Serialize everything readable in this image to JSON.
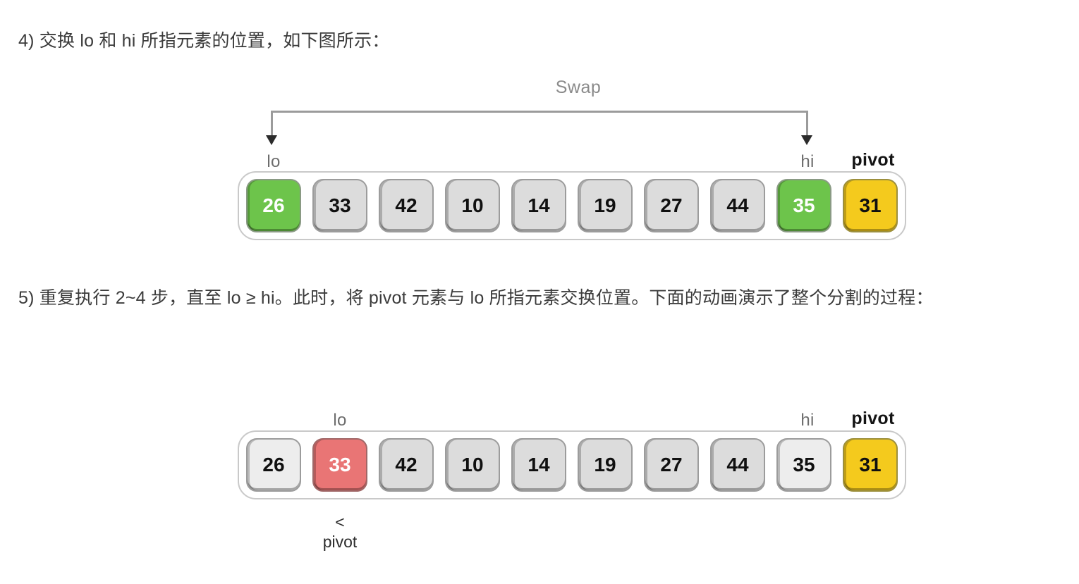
{
  "paragraphs": {
    "step4": "4) 交换 lo 和 hi 所指元素的位置，如下图所示：",
    "step5": "5) 重复执行 2~4 步，直至 lo ≥ hi。此时，将 pivot 元素与 lo 所指元素交换位置。下面的动画演示了整个分割的过程："
  },
  "colors": {
    "green": "#6dc44b",
    "yellow": "#f4ca1d",
    "red": "#e97575",
    "grey": "#dcdcdc",
    "grey_light": "#ededed",
    "text": "#3b3b3b",
    "label_grey": "#6d6d6d",
    "bracket": "#9b9b9b"
  },
  "figure_swap": {
    "bracket_label": "Swap",
    "pointer_lo": "lo",
    "pointer_hi": "hi",
    "pointer_pivot": "pivot",
    "cells": [
      {
        "value": "26",
        "state": "green"
      },
      {
        "value": "33",
        "state": "grey"
      },
      {
        "value": "42",
        "state": "grey"
      },
      {
        "value": "10",
        "state": "grey"
      },
      {
        "value": "14",
        "state": "grey"
      },
      {
        "value": "19",
        "state": "grey"
      },
      {
        "value": "27",
        "state": "grey"
      },
      {
        "value": "44",
        "state": "grey"
      },
      {
        "value": "35",
        "state": "green"
      },
      {
        "value": "31",
        "state": "yellow"
      }
    ]
  },
  "figure_result": {
    "pointer_lo": "lo",
    "pointer_hi": "hi",
    "pointer_pivot": "pivot",
    "note_comparator": "<",
    "note_pivot": "pivot",
    "cells": [
      {
        "value": "26",
        "state": "grey-light"
      },
      {
        "value": "33",
        "state": "red"
      },
      {
        "value": "42",
        "state": "grey"
      },
      {
        "value": "10",
        "state": "grey"
      },
      {
        "value": "14",
        "state": "grey"
      },
      {
        "value": "19",
        "state": "grey"
      },
      {
        "value": "27",
        "state": "grey"
      },
      {
        "value": "44",
        "state": "grey"
      },
      {
        "value": "35",
        "state": "grey-light"
      },
      {
        "value": "31",
        "state": "yellow"
      }
    ]
  }
}
